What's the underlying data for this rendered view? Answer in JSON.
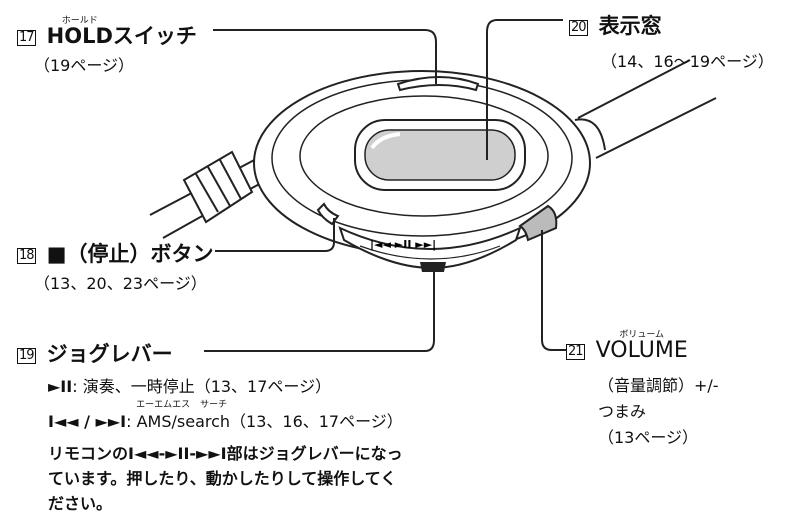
{
  "labels": {
    "l17": {
      "num": "17",
      "ruby": "ホールド",
      "ruby_word": "HOLD",
      "title_rest": "スイッチ",
      "ref": "（19ページ）"
    },
    "l18": {
      "num": "18",
      "title": "■（停止）ボタン",
      "ref": "（13、20、23ページ）"
    },
    "l19": {
      "num": "19",
      "title": "ジョグレバー",
      "play_symbol": "►II",
      "play_desc": ": 演奏、一時停止（13、17ページ）",
      "ams_symbol": "I◄◄ / ►►I",
      "ams_ruby1": "エーエムエス",
      "ams_ruby2": "サーチ",
      "ams_desc": ": AMS/search（13、16、17ページ）",
      "note_line1": "リモコンのI◄◄-►II-►►I部はジョグレバーになっ",
      "note_line2": "ています。押したり、動かしたりして操作してく",
      "note_line3": "ださい。"
    },
    "l20": {
      "num": "20",
      "title": "表示窓",
      "ref": "（14、16～19ページ）"
    },
    "l21": {
      "num": "21",
      "ruby": "ボリューム",
      "title": "VOLUME",
      "line2": "（音量調節）+/-",
      "line3": "つまみ",
      "ref": "（13ページ）"
    }
  },
  "device": {
    "jog_marks": "|◄◄  ►II  ►►|"
  }
}
